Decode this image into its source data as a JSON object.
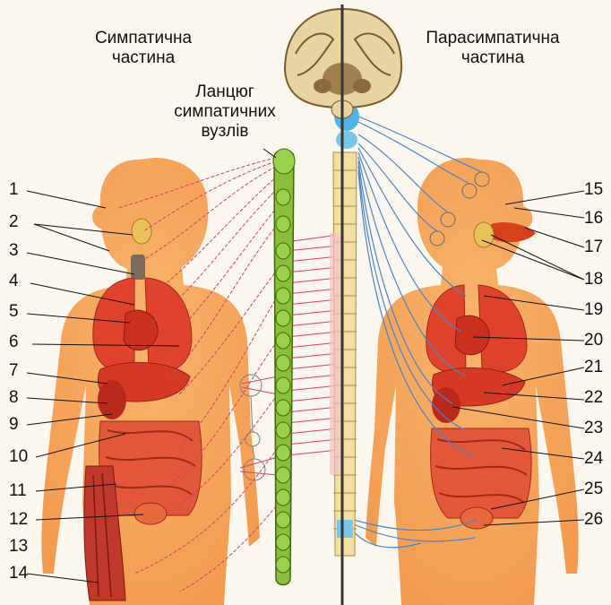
{
  "headers": {
    "sympathetic": [
      "Симпатична",
      "частина"
    ],
    "parasympathetic": [
      "Парасимпатична",
      "частина"
    ],
    "chain": [
      "Ланцюг",
      "симпатичних",
      "вузлів"
    ]
  },
  "left_labels": [
    "1",
    "2",
    "3",
    "4",
    "5",
    "6",
    "7",
    "8",
    "9",
    "10",
    "11",
    "12",
    "13",
    "14"
  ],
  "right_labels": [
    "15",
    "16",
    "17",
    "18",
    "19",
    "20",
    "21",
    "22",
    "23",
    "24",
    "25",
    "26"
  ],
  "colors": {
    "body_fill": "#f6a55a",
    "organ_red": "#e0432d",
    "sympathetic_nerve": "#d4406a",
    "parasympathetic_nerve": "#4a84c9",
    "chain_green": "#8bbe3a",
    "spinal_cord": "#f3dfa0",
    "midline": "#3a3434"
  },
  "icons": [
    "brain-icon",
    "spinal-cord-icon",
    "sympathetic-chain-icon",
    "human-body-icon",
    "organ-icon",
    "ganglion-icon"
  ]
}
